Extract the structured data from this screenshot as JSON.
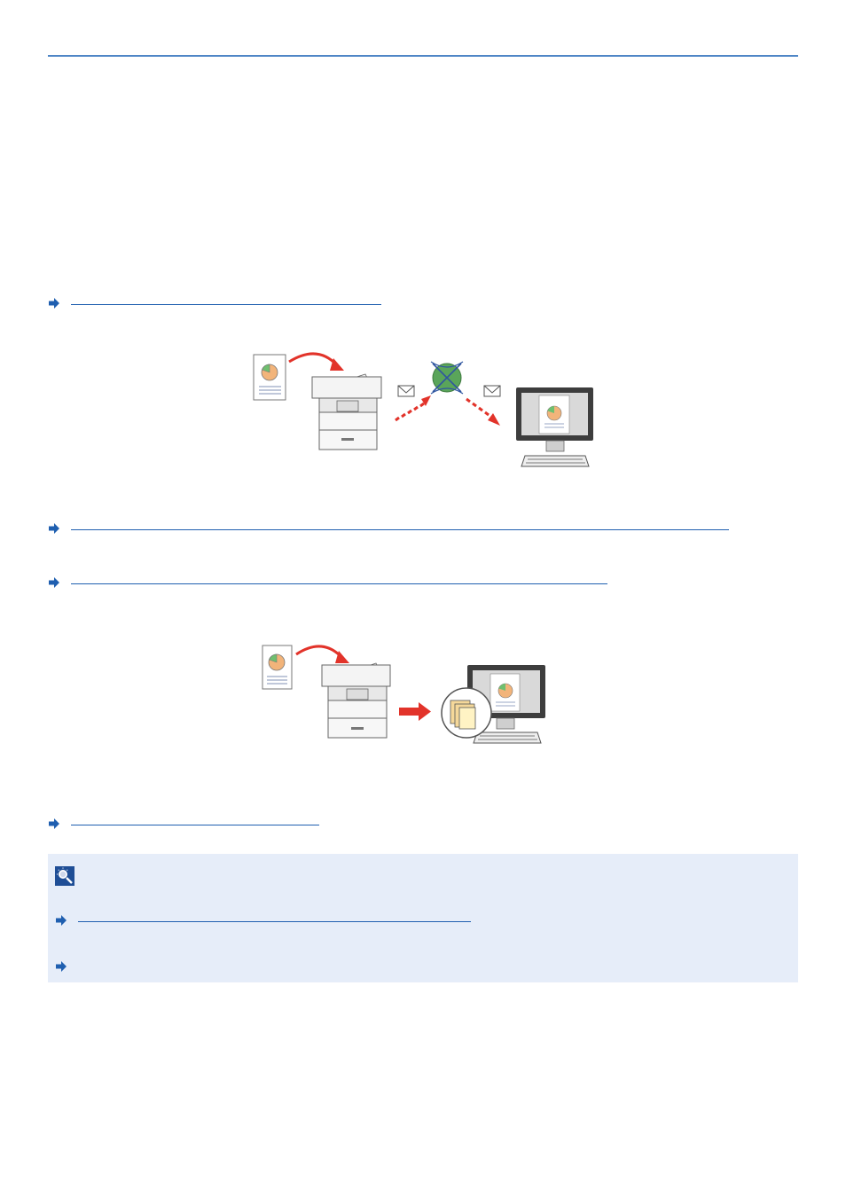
{
  "colors": {
    "rule": "#4f86c6",
    "link": "#1f5fb0",
    "note_background": "#e6edf9",
    "flow_arrow": "#e2332a",
    "globe": "#5aa55a",
    "monitor_frame": "#3d3d3d"
  },
  "icons": {
    "reference_arrow": "arrow-right-icon",
    "note": "note-magnifier-icon"
  },
  "references": [
    {
      "id": "ref-1",
      "icon": "arrow-right-icon"
    },
    {
      "id": "ref-2",
      "icon": "arrow-right-icon"
    },
    {
      "id": "ref-3",
      "icon": "arrow-right-icon"
    },
    {
      "id": "ref-4",
      "icon": "arrow-right-icon"
    }
  ],
  "note": {
    "icon": "note-magnifier-icon",
    "references": [
      {
        "id": "note-ref-1",
        "icon": "arrow-right-icon"
      },
      {
        "id": "note-ref-2",
        "icon": "arrow-right-icon"
      }
    ]
  }
}
